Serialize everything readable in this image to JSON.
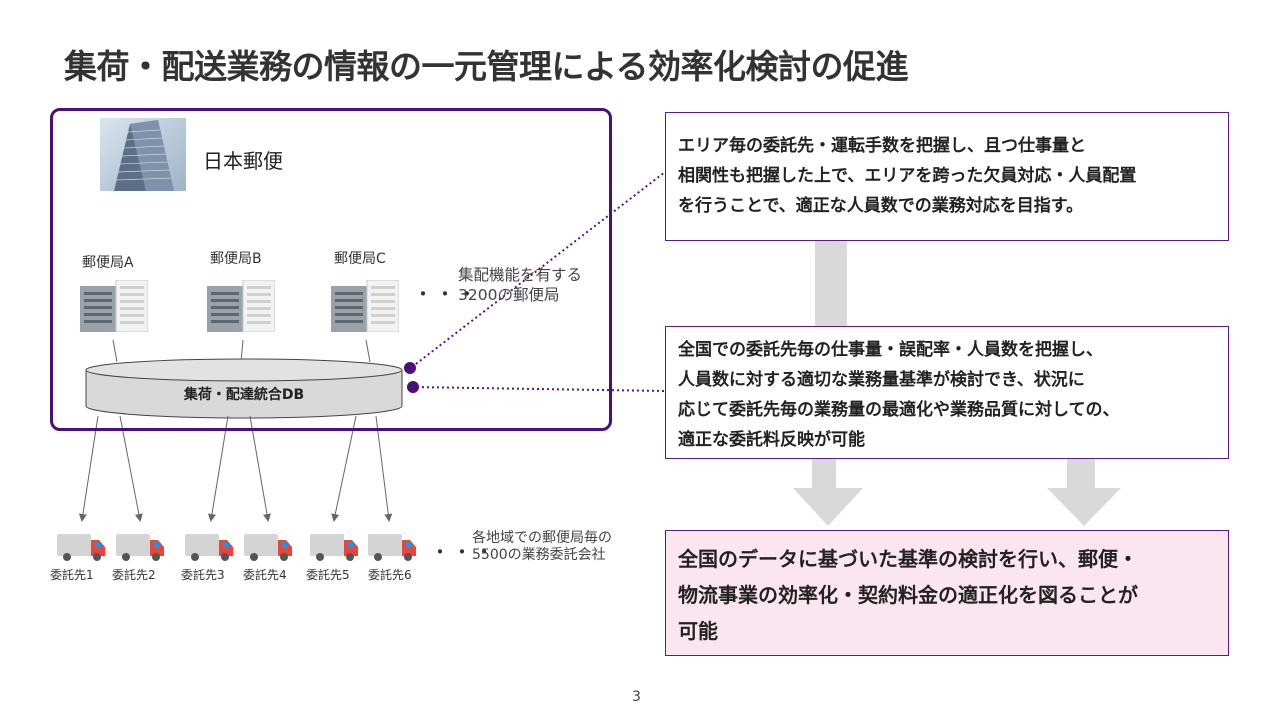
{
  "slide": {
    "title": "集荷・配送業務の情報の一元管理による効率化検討の促進",
    "page_number": "3"
  },
  "japan_post": {
    "name": "日本郵便",
    "post_offices": [
      "郵便局A",
      "郵便局B",
      "郵便局C"
    ],
    "ellipsis": "・・・",
    "post_office_note_lines": [
      "集配機能を有する",
      "3200の郵便局"
    ],
    "database_label": "集荷・配達統合DB"
  },
  "contractors": {
    "labels": [
      "委託先1",
      "委託先2",
      "委託先3",
      "委託先4",
      "委託先5",
      "委託先6"
    ],
    "ellipsis": "・・・",
    "note_lines": [
      "各地域での郵便局毎の",
      "5500の業務委託会社"
    ]
  },
  "boxes": {
    "box1_lines": [
      "エリア毎の委託先・運転手数を把握し、且つ仕事量と",
      "相関性も把握した上で、エリアを跨った欠員対応・人員配置",
      "を行うことで、適正な人員数での業務対応を目指す。"
    ],
    "box2_lines": [
      "全国での委託先毎の仕事量・誤配率・人員数を把握し、",
      "人員数に対する適切な業務量基準が検討でき、状況に",
      "応じて委託先毎の業務量の最適化や業務品質に対しての、",
      "適正な委託料反映が可能"
    ],
    "box3_lines": [
      "全国のデータに基づいた基準の検討を行い、郵便・",
      "物流事業の効率化・契約料金の適正化を図ることが",
      "可能"
    ]
  },
  "colors": {
    "frame_purple": "#4b0f7a",
    "connector_purple": "#5a0f8a",
    "arrow_gray": "#d9d9d9",
    "highlight_pink": "#fbe5ee",
    "truck_red": "#e8453c",
    "truck_blue": "#2d8fd6"
  }
}
